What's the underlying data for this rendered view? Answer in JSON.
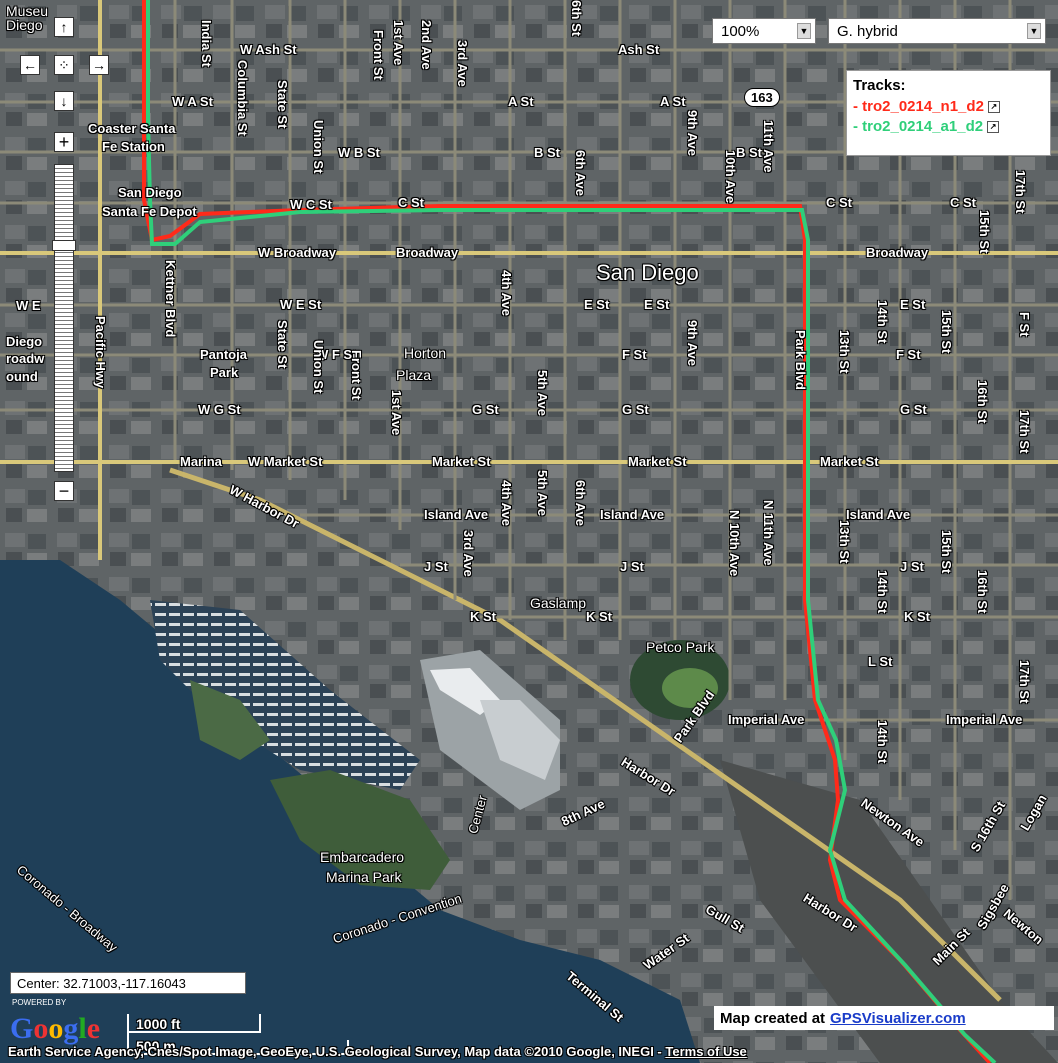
{
  "controls": {
    "pan_up": "↑",
    "pan_left": "←",
    "pan_center": "⁘",
    "pan_right": "→",
    "pan_down": "↓",
    "zoom_in": "+",
    "zoom_out": "−",
    "zoom_select": "100%",
    "maptype_select": "G. hybrid"
  },
  "legend": {
    "title": "Tracks:",
    "tracks": [
      {
        "label": "- tro2_0214_n1_d2",
        "color": "#ff2a1a"
      },
      {
        "label": "- tro2_0214_a1_d2",
        "color": "#2fcf7a"
      }
    ]
  },
  "center_readout": "Center: 32.71003,-117.16043",
  "credit": {
    "prefix": "Map created at",
    "link": "GPSVisualizer.com"
  },
  "attribution": {
    "text": "Earth Service Agency, Cnes/Spot Image, GeoEye, U.S. Geological Survey, Map data ©2010 Google, INEGI - ",
    "terms": "Terms of Use"
  },
  "google_logo": "Google",
  "powered_by": "POWERED BY",
  "scale": {
    "ft": "1000 ft",
    "m": "500 m"
  },
  "labels": {
    "city": "San Diego",
    "museum": "Museu\nDiego",
    "w_ash": "W Ash St",
    "ash": "Ash St",
    "wa": "W A St",
    "a": "A St",
    "hwy163": "163",
    "wb": "W B St",
    "b": "B St",
    "c1": "C St",
    "c2": "C St",
    "c3": "C St",
    "wc": "W C St",
    "coaster": "Coaster Santa",
    "fe_station": "Fe Station",
    "sd_depot1": "San Diego",
    "sd_depot2": "Santa Fe Depot",
    "wbroadway": "W Broadway",
    "broadway1": "Broadway",
    "broadway2": "Broadway",
    "we": "W E St",
    "e1": "E St",
    "e2": "E St",
    "e3": "E St",
    "we_left": "W E",
    "pantoja": "Pantoja",
    "park": "Park",
    "wf": "W F St",
    "horton": "Horton",
    "plaza": "Plaza",
    "f1": "F St",
    "f2": "F St",
    "wg": "W G St",
    "g1": "G St",
    "g2": "G St",
    "g3": "G St",
    "marina": "Marina",
    "wmarket": "W Market St",
    "market1": "Market St",
    "market2": "Market St",
    "market3": "Market St",
    "island1": "Island Ave",
    "island2": "Island Ave",
    "island3": "Island Ave",
    "j1": "J St",
    "j2": "J St",
    "j3": "J St",
    "gaslamp": "Gaslamp",
    "k1": "K St",
    "k2": "K St",
    "k3": "K St",
    "l": "L St",
    "petco": "Petco Park",
    "imperial1": "Imperial Ave",
    "imperial2": "Imperial Ave",
    "parkblvd": "Park Blvd",
    "harbor1": "W Harbor Dr",
    "harbor2": "Harbor Dr",
    "harbor3": "Harbor Dr",
    "eighth": "8th Ave",
    "embarcadero1": "Embarcadero",
    "embarcadero2": "Marina Park",
    "coronado": "Coronado - Convention",
    "convention": "Center",
    "coronado2": "Coronado - Broadway",
    "newton1": "Newton Ave",
    "newton2": "Newton",
    "main": "Main St",
    "sigsbee": "Sigsbee",
    "gull": "Gull St",
    "water": "Water St",
    "terminal": "Terminal St",
    "logan": "Logan",
    "diego_left": "Diego",
    "broadw_left": "roadw",
    "bound_left": "ound",
    "india": "India St",
    "columbia": "Columbia St",
    "state1": "State St",
    "state2": "State St",
    "union1": "Union St",
    "union2": "Union St",
    "front1": "Front St",
    "front2": "Front St",
    "first1": "1st Ave",
    "first2": "1st Ave",
    "second": "2nd Ave",
    "third1": "3rd Ave",
    "third2": "3rd Ave",
    "fourth1": "4th Ave",
    "fourth2": "4th Ave",
    "fifth1": "5th Ave",
    "fifth2": "5th Ave",
    "sixth1": "6th St",
    "sixth2": "6th Ave",
    "sixth3": "6th Ave",
    "ninth1": "9th Ave",
    "ninth2": "9th Ave",
    "tenth": "10th Ave",
    "ntenth": "N 10th Ave",
    "eleventh1": "11th Ave",
    "eleventh2": "N 11th Ave",
    "thirteenth1": "13th St",
    "thirteenth2": "13th St",
    "fourteenth1": "14th St",
    "fourteenth2": "14th St",
    "fourteenth3": "14th St",
    "fifteenth1": "15th St",
    "fifteenth2": "15th St",
    "fifteenth3": "15th St",
    "sixteenth1": "16th St",
    "sixteenth2": "16th St",
    "sixteenth3": "S 16th St",
    "seventeenth1": "17th St",
    "seventeenth2": "17th St",
    "seventeenth3": "17th St",
    "kettner": "Kettner Blvd",
    "pacific": "Pacific Hwy",
    "parkblvd_v": "Park Blvd",
    "fst_r": "F St"
  },
  "colors": {
    "track_red": "#ff2a1a",
    "track_green": "#2fcf7a",
    "water": "#1f3f58",
    "land": "#5b6466"
  }
}
